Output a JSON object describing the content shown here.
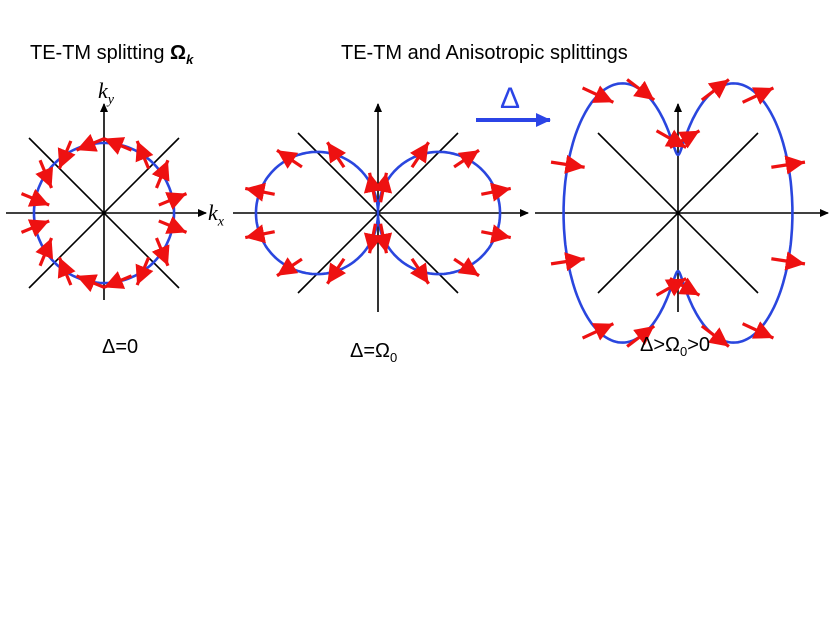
{
  "titles": {
    "left_text": "TE-TM splitting ",
    "left_symbol": "Ω",
    "left_subscript": "k",
    "right": "TE-TM and Anisotropic splittings"
  },
  "axes": {
    "ky_letter": "k",
    "ky_sub": "y",
    "kx_letter": "k",
    "kx_sub": "x"
  },
  "delta_arrow_label": "Δ",
  "captions": {
    "c1": "Δ=0",
    "c2_pre": "Δ=Ω",
    "c2_sub": "0",
    "c3_pre": "Δ>Ω",
    "c3_sub": "0",
    "c3_post": ">0"
  },
  "colors": {
    "contour": "#2a46de",
    "arrows": "#ee1111",
    "axes": "#000000",
    "delta_arrow": "#2b44e6"
  }
}
